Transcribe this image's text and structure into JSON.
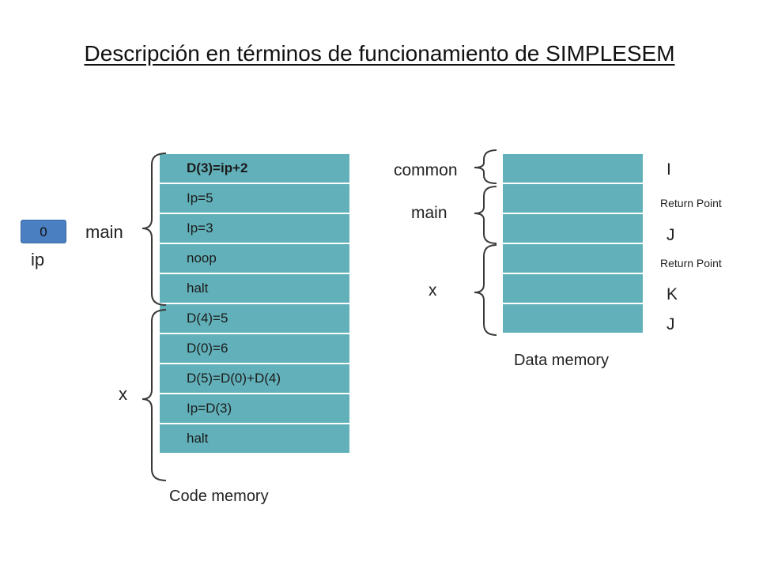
{
  "title": "Descripción en términos de funcionamiento de SIMPLESEM",
  "ip": {
    "value": "0",
    "label": "ip"
  },
  "code_memory": {
    "caption": "Code memory",
    "segments": {
      "main": "main",
      "x": "x"
    },
    "cells": [
      "D(3)=ip+2",
      "Ip=5",
      "Ip=3",
      "noop",
      "halt",
      "D(4)=5",
      "D(0)=6",
      "D(5)=D(0)+D(4)",
      "Ip=D(3)",
      "halt"
    ]
  },
  "data_memory": {
    "caption": "Data memory",
    "segments": {
      "common": "common",
      "main": "main",
      "x": "x"
    },
    "annotations": [
      "I",
      "Return Point",
      "J",
      "Return Point",
      "K",
      "J"
    ]
  },
  "colors": {
    "cell": "#62b1ba",
    "ip_box": "#4a7fc1",
    "brace": "#3a3a3a"
  }
}
